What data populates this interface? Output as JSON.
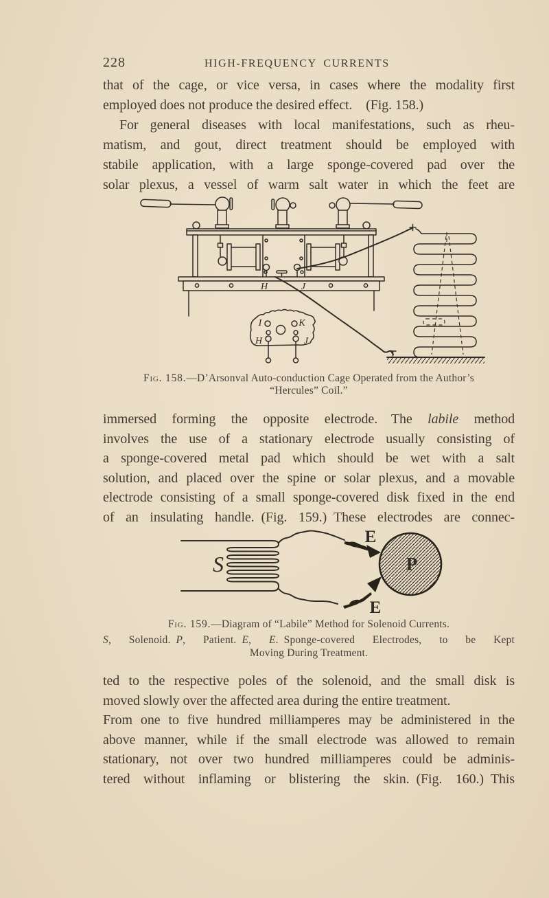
{
  "page": {
    "number": "228",
    "running_title": "HIGH-FREQUENCY CURRENTS"
  },
  "body": {
    "block1": [
      "that of the cage, or vice versa, in cases where the modality first",
      "employed does not produce the desired effect.  (Fig. 158.)",
      "For general diseases with local manifestations, such as rheu-",
      "matism, and gout, direct treatment should be employed with",
      "stabile application, with a large sponge-covered pad over the",
      "solar plexus, a vessel of warm salt water in which the feet are"
    ],
    "block2": [
      "immersed forming the opposite electrode.  The *labile* method",
      "involves the use of a stationary electrode usually consisting of",
      "a sponge-covered metal pad which should be wet with a salt",
      "solution, and placed over the spine or solar plexus, and a movable",
      "electrode consisting of a small sponge-covered disk fixed in the end",
      "of an insulating handle. (Fig. 159.) These electrodes are connec-"
    ],
    "block3": [
      "ted to the respective poles of the solenoid, and the small disk is",
      "moved slowly over the affected area during the entire treatment.",
      "From one to five hundred milliamperes may be administered in the",
      "above manner, while if the small electrode was allowed to remain",
      "stationary, not over two hundred milliamperes could be adminis-",
      "tered without inflaming or blistering the skin. (Fig. 160.) This"
    ]
  },
  "fig158": {
    "caption_label": "Fig. 158.",
    "caption_rest": "—D’Arsonval Auto-conduction Cage Operated from the Author’s",
    "caption_line2": "“Hercules” Coil.”",
    "labels": {
      "h": "H",
      "j": "J",
      "sketch_i": "I",
      "sketch_k": "K",
      "sketch_h": "H",
      "sketch_j": "J",
      "terminal_plus": "+"
    }
  },
  "fig159": {
    "caption_label": "Fig. 159.",
    "caption_rest": "—Diagram of “Labile” Method for Solenoid Currents.",
    "legend_line1": "*S*, Solenoid. *P*, Patient. *E*, *E*. Sponge-covered Electrodes, to be Kept",
    "legend_line2": "Moving During Treatment.",
    "labels": {
      "s": "S",
      "p": "P",
      "e_top": "E",
      "e_bottom": "E"
    }
  }
}
